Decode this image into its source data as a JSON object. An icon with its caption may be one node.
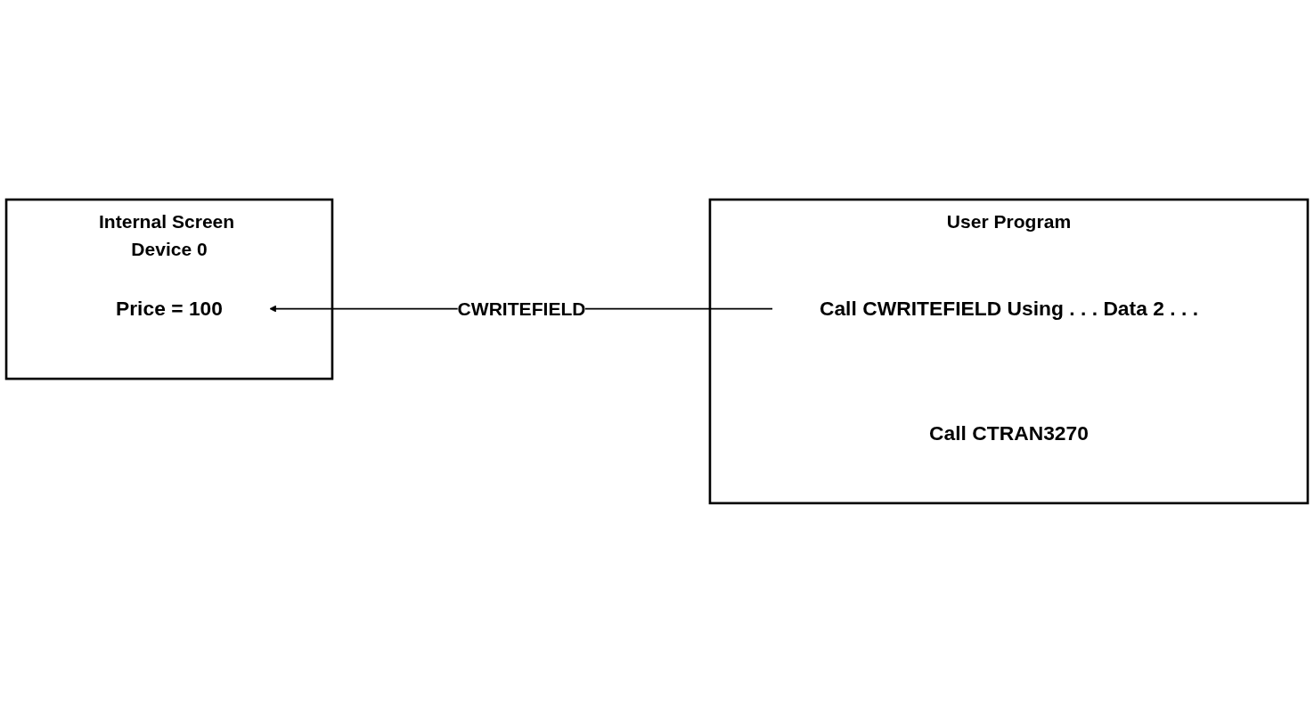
{
  "diagram": {
    "nodes": [
      {
        "text": [
          "Internal Screen Device 0"
        ]
      },
      {
        "text": [
          "Price = 100"
        ],
        "in": 0
      },
      {
        "text": [
          "User Program"
        ]
      },
      {
        "text": [
          "Call CWRITEFIELD Using . . . Data 2 . . ."
        ],
        "in": 2
      },
      {
        "text": [
          "Call CTRAN3270"
        ],
        "in": 2
      }
    ],
    "edges": [
      {
        "from": 3,
        "to": 1,
        "arrow": "to",
        "label": "CWRITEFIELD"
      }
    ]
  }
}
